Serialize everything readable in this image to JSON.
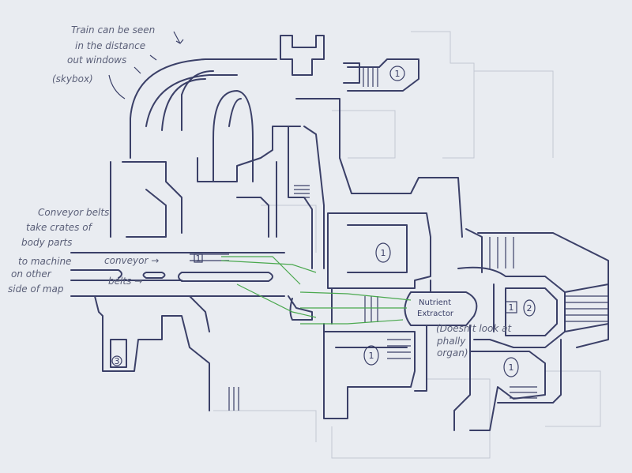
{
  "annotations": {
    "train_line1": "Train can be seen",
    "train_line2": "in the distance",
    "train_line3": "out windows",
    "skybox": "(skybox)",
    "conveyor_note_1": "Conveyor belts",
    "conveyor_note_2": "take crates of",
    "conveyor_note_3": "body parts",
    "conveyor_note_4": "to machine",
    "conveyor_note_5": "on other",
    "conveyor_note_6": "side of map",
    "conveyor_label": "conveyor →",
    "belts_label": "belts →",
    "nutrient_1": "Nutrient",
    "nutrient_2": "Extractor",
    "doesnt_1": "(Doesn't look at",
    "doesnt_2": "phally",
    "doesnt_3": "organ)"
  },
  "markers": [
    "1",
    "1",
    "1",
    "1",
    "1",
    "2",
    "1",
    "3"
  ],
  "colors": {
    "background": "#e9ecf1",
    "ink": "#3b4068",
    "flow": "#4aa84e"
  }
}
